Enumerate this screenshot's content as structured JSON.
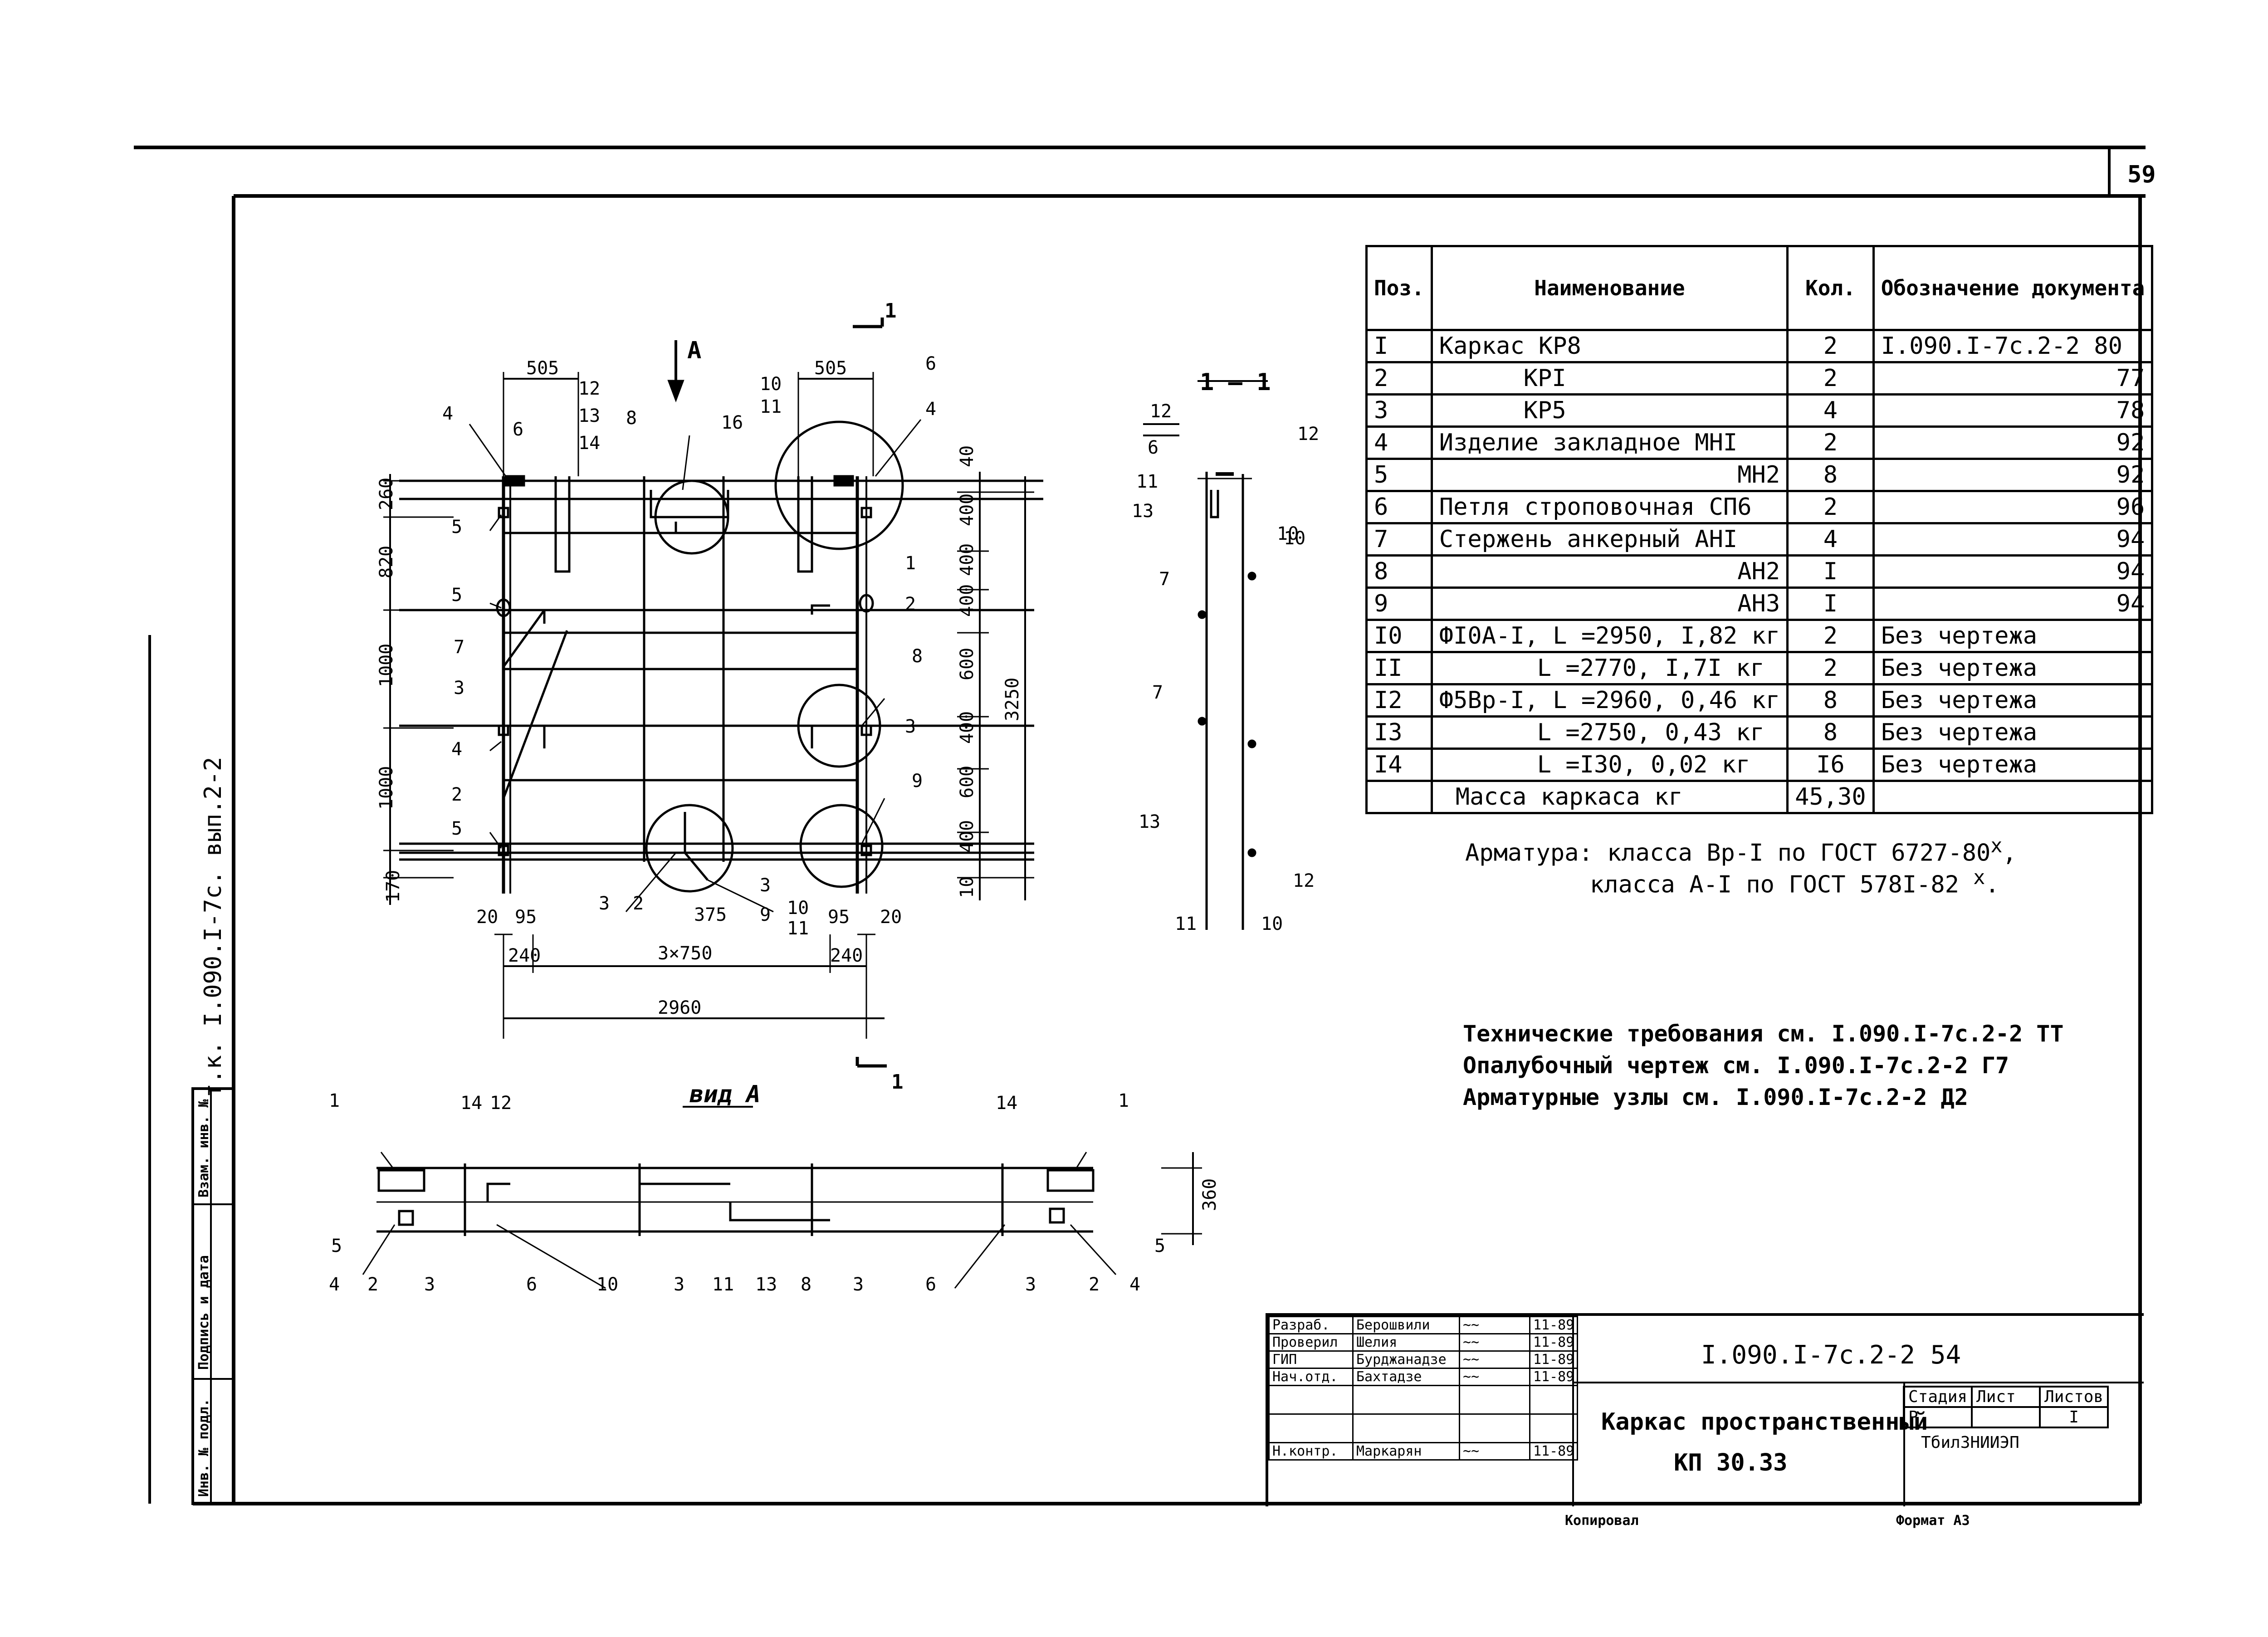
{
  "sheet": {
    "page_number": "59",
    "side_code": "т.к. I.090.I-7с. вып.2-2"
  },
  "left_strip": {
    "labels": [
      "Инв. № подл.",
      "Подпись и дата",
      "Взам. инв. №"
    ]
  },
  "spec_table": {
    "headers": [
      "Поз.",
      "Наименование",
      "Кол.",
      "Обозначение документа"
    ],
    "rows": [
      {
        "pos": "I",
        "name": "Каркас КР8",
        "qty": "2",
        "doc": "I.090.I-7с.2-2 80"
      },
      {
        "pos": "2",
        "name": "КРI",
        "qty": "2",
        "doc": "77"
      },
      {
        "pos": "3",
        "name": "КР5",
        "qty": "4",
        "doc": "78"
      },
      {
        "pos": "4",
        "name": "Изделие закладное МНI",
        "qty": "2",
        "doc": "92"
      },
      {
        "pos": "5",
        "name": "МН2",
        "qty": "8",
        "doc": "92"
      },
      {
        "pos": "6",
        "name": "Петля строповочная СП6",
        "qty": "2",
        "doc": "96"
      },
      {
        "pos": "7",
        "name": "Стержень анкерный АНI",
        "qty": "4",
        "doc": "94"
      },
      {
        "pos": "8",
        "name": "АН2",
        "qty": "I",
        "doc": "94"
      },
      {
        "pos": "9",
        "name": "АН3",
        "qty": "I",
        "doc": "94"
      },
      {
        "pos": "I0",
        "name": "ФI0А-I, L =2950, I,82 кг",
        "qty": "2",
        "doc": "Без чертежа"
      },
      {
        "pos": "II",
        "name": "L =2770, I,7I кг",
        "qty": "2",
        "doc": "Без чертежа"
      },
      {
        "pos": "I2",
        "name": "Ф5Вр-I, L =2960, 0,46 кг",
        "qty": "8",
        "doc": "Без чертежа"
      },
      {
        "pos": "I3",
        "name": "L =2750, 0,43 кг",
        "qty": "8",
        "doc": "Без чертежа"
      },
      {
        "pos": "I4",
        "name": "L =I30, 0,02 кг",
        "qty": "I6",
        "doc": "Без чертежа"
      },
      {
        "pos": "",
        "name": "Масса каркаса кг",
        "qty": "45,30",
        "doc": ""
      }
    ]
  },
  "notes": {
    "armature_1": "Арматура: класса Вр-I по ГОСТ 6727-80",
    "armature_2": "класса А-I по ГОСТ 578I-82",
    "sup_x": "x",
    "tech_1": "Технические требования см. I.090.I-7с.2-2 ТТ",
    "tech_2": "Опалубочный чертеж см. I.090.I-7с.2-2 Г7",
    "tech_3": "Арматурные узлы см. I.090.I-7с.2-2 Д2"
  },
  "drawing": {
    "view_a_label": "вид А",
    "section_label": "1 — 1",
    "arrow_a": "А",
    "cut_mark": "1",
    "dims": {
      "d505a": "505",
      "d505b": "505",
      "d3250": "3250",
      "d2960": "2960",
      "d3x750": "3×750",
      "d240a": "240",
      "d240b": "240",
      "d95a": "95",
      "d95b": "95",
      "d20a": "20",
      "d20b": "20",
      "d375": "375",
      "d360": "360",
      "d260": "260",
      "d820": "820",
      "d1000a": "1000",
      "d1000b": "1000",
      "d170": "170",
      "d40": "40",
      "d400a": "400",
      "d400b": "400",
      "d400c": "400",
      "d600a": "600",
      "d400d": "400",
      "d600b": "600",
      "d400e": "400",
      "d10": "10"
    },
    "callouts": {
      "p4a": "4",
      "p6a": "6",
      "p12a": "12",
      "p13a": "13",
      "p14a": "14",
      "p8a": "8",
      "p16": "16",
      "p10a": "10",
      "p11a": "11",
      "p6b": "6",
      "p4b": "4",
      "p5a": "5",
      "p5b": "5",
      "p7": "7",
      "p3a": "3",
      "p4c": "4",
      "p2a": "2",
      "p5c": "5",
      "p1a": "1",
      "p2b": "2",
      "p8b": "8",
      "p3b": "3",
      "p9a": "9",
      "p3c": "3",
      "p2c": "2",
      "p3d": "3",
      "p9b": "9",
      "p10b": "10",
      "p11b": "11",
      "s12a": "12",
      "s6": "6",
      "s11a": "11",
      "s13a": "13",
      "s10a": "10",
      "s7a": "7",
      "s7b": "7",
      "s13b": "13",
      "s12b": "12",
      "s11b": "11",
      "s10b": "10",
      "v1a": "1",
      "v14a": "14",
      "v12": "12",
      "v14b": "14",
      "v1b": "1",
      "v5a": "5",
      "v4a": "4",
      "v2a": "2",
      "v3a": "3",
      "v6a": "6",
      "v10": "10",
      "v3b": "3",
      "v11": "11",
      "v13": "13",
      "v8": "8",
      "v3c": "3",
      "v6b": "6",
      "v3d": "3",
      "v2b": "2",
      "v4b": "4",
      "v5b": "5"
    }
  },
  "stamp": {
    "rows": [
      {
        "role": "Разраб.",
        "name": "Берошвили",
        "date": "11-89"
      },
      {
        "role": "Проверил",
        "name": "Шелия",
        "date": "11-89"
      },
      {
        "role": "ГИП",
        "name": "Бурджанадзе",
        "date": "11-89"
      },
      {
        "role": "Нач.отд.",
        "name": "Бахтадзе",
        "date": "11-89"
      },
      {
        "role": "",
        "name": "",
        "date": ""
      },
      {
        "role": "",
        "name": "",
        "date": ""
      },
      {
        "role": "Н.контр.",
        "name": "Маркарян",
        "date": "11-89"
      }
    ],
    "doc_number": "I.090.I-7с.2-2 54",
    "title_1": "Каркас пространственный",
    "title_2": "КП 30.33",
    "stage_h": "Стадия",
    "sheet_h": "Лист",
    "sheets_h": "Листов",
    "stage": "Р",
    "sheet": "",
    "sheets": "I",
    "org": "ТбилЗНИИЭП"
  },
  "footer": {
    "copied": "Копировал",
    "format": "Формат А3"
  }
}
